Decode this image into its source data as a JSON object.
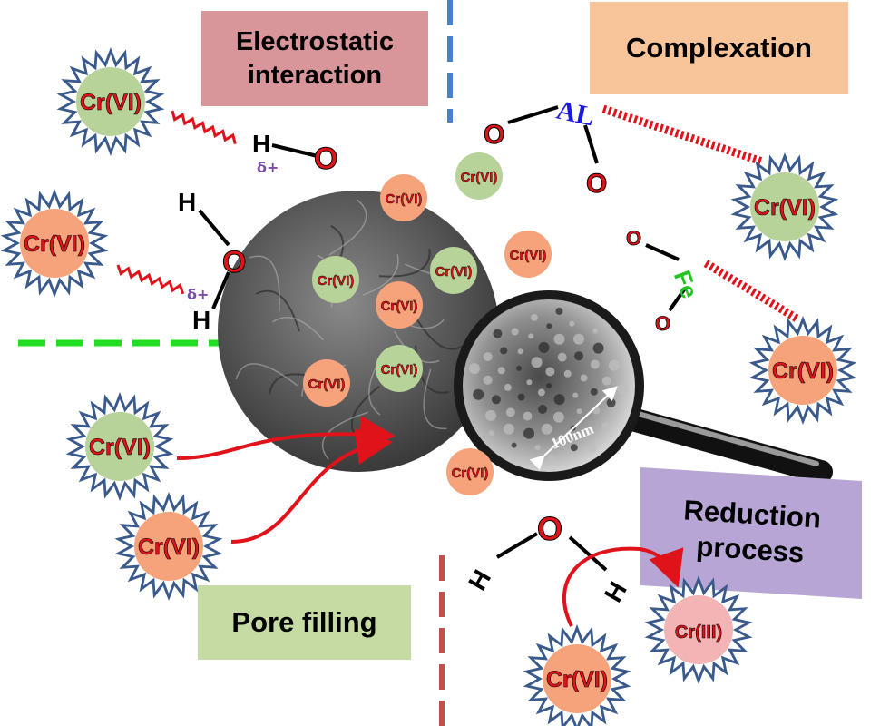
{
  "labels": {
    "electrostatic": "Electrostatic\ninteraction",
    "complexation": "Complexation",
    "pore_filling": "Pore filling",
    "reduction": "Reduction\nprocess"
  },
  "species": {
    "cr6": "Cr(VI)",
    "cr3": "Cr(III)"
  },
  "atoms": {
    "hydrogen": "H",
    "oxygen": "O",
    "aluminum": "AL",
    "iron": "Fe",
    "delta_plus": "δ+"
  },
  "scale_bar": "100nm",
  "colors": {
    "electrostatic_box": "#d9969a",
    "complexation_box": "#f8c49a",
    "pore_box": "#c5dba3",
    "reduction_box": "#b7a6d5",
    "cr_red": "#e0131b",
    "badge_orange": "#f6a27a",
    "badge_green": "#b8d39a",
    "star_border": "#3b5a8c",
    "cr3_fill": "#f2b4b4",
    "divider_blue": "#4a7fd0",
    "divider_green": "#22dd22",
    "divider_red": "#c0504d"
  }
}
